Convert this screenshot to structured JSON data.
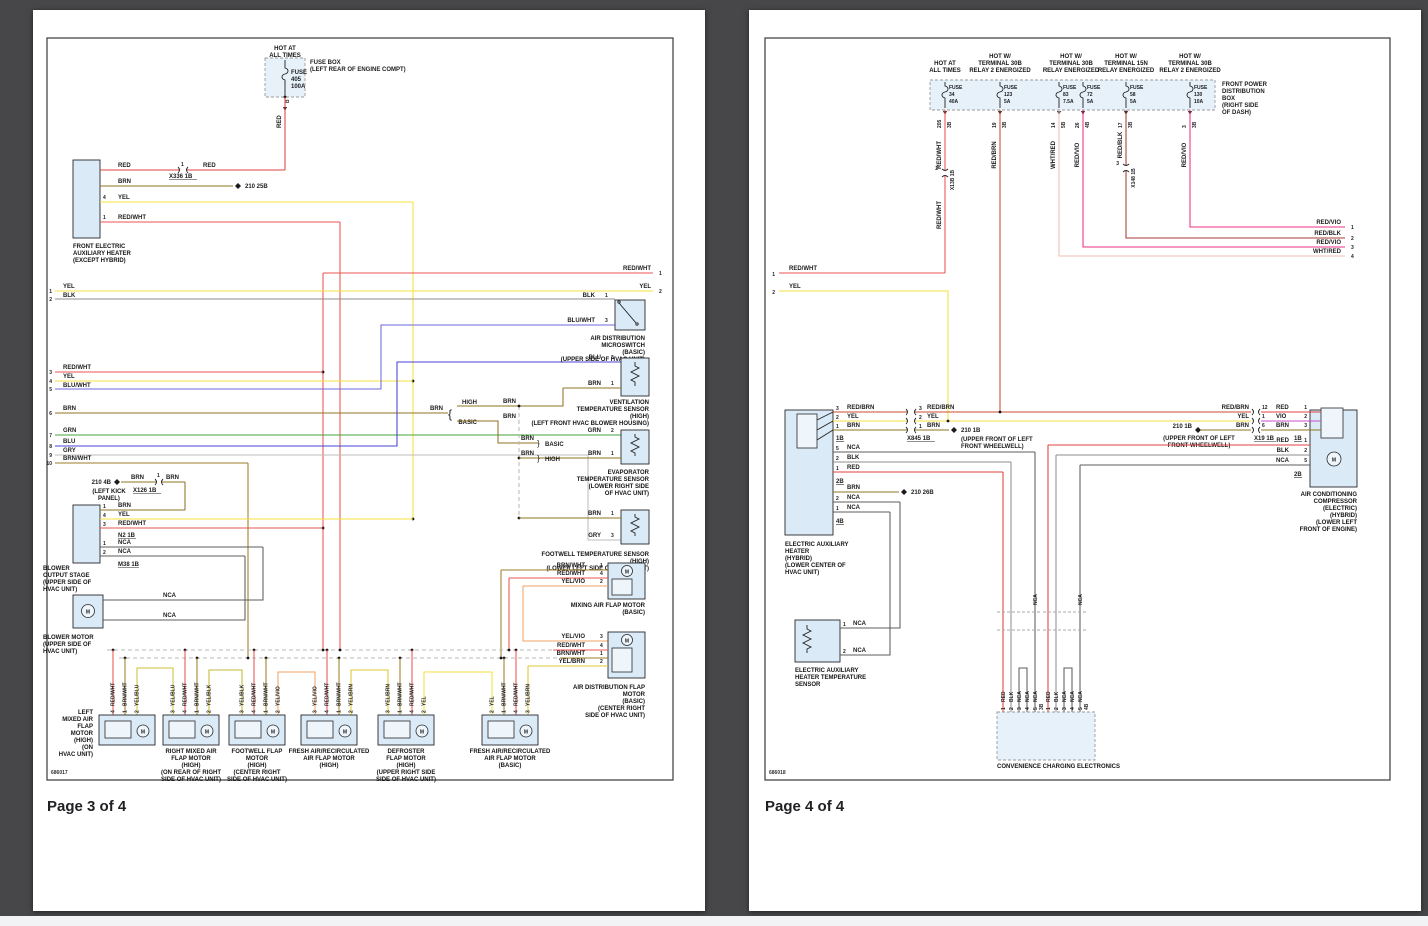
{
  "colors": {
    "red": "#e0423c",
    "red_wht": "#e85550",
    "yel": "#f4e23e",
    "brn": "#8f7420",
    "grn": "#43a53e",
    "blu": "#4643d4",
    "blu_wht": "#6e6ade",
    "gry": "#bdbdbd",
    "blk": "#8e8e8e",
    "brn_wht": "#9c7e2b",
    "yel_blu": "#cec23a",
    "yel_blk": "#c3b933",
    "yel_vio": "#f1a266",
    "yel_brn": "#dcc832",
    "red_brn": "#cb4c2f",
    "wht_red": "#efbcb7",
    "red_vio": "#ee3084",
    "red_blk": "#a83b38",
    "vio": "#c84fc8",
    "component_fill": "#daeaf7",
    "page_bg": "#ffffff",
    "viewer_bg": "#47474a"
  },
  "page3": {
    "footer": "Page 3 of 4",
    "code": "686017",
    "fusebox": {
      "hot": [
        "HOT AT",
        "ALL TIMES"
      ],
      "name": [
        "FUSE BOX",
        "(LEFT REAR OF ENGINE COMPT)"
      ],
      "fuse": [
        "FUSE",
        "405",
        "100A"
      ],
      "pin": "B",
      "wire": "RED"
    },
    "front_heater": {
      "caption": [
        "FRONT ELECTRIC",
        "AUXILIARY HEATER",
        "(EXCEPT HYBRID)"
      ],
      "red_l": "RED",
      "red_pin": "1",
      "red_r": "RED",
      "red_conn": "X336 1B",
      "brn": "BRN",
      "brn_ground": "210 25B",
      "yel_pin": "4",
      "yel": "YEL",
      "rw_pin": "1",
      "rw": "RED/WHT"
    },
    "left_pins": [
      {
        "n": "1",
        "c": "YEL"
      },
      {
        "n": "2",
        "c": "BLK"
      },
      {
        "n": "3",
        "c": "RED/WHT"
      },
      {
        "n": "4",
        "c": "YEL"
      },
      {
        "n": "5",
        "c": "BLU/WHT"
      },
      {
        "n": "6",
        "c": "BRN"
      },
      {
        "n": "7",
        "c": "GRN"
      },
      {
        "n": "8",
        "c": "BLU"
      },
      {
        "n": "9",
        "c": "GRY"
      },
      {
        "n": "10",
        "c": "BRN/WHT"
      }
    ],
    "right_pins": [
      {
        "c": "RED/WHT",
        "n": "1"
      },
      {
        "c": "YEL",
        "n": "2"
      }
    ],
    "microswitch": {
      "pins": [
        {
          "c": "BLK",
          "n": "1"
        },
        {
          "c": "BLU/WHT",
          "n": "3"
        }
      ],
      "caption": [
        "AIR DISTRIBUTION",
        "MICROSWITCH",
        "(BASIC)",
        "(UPPER SIDE OF HVAC UNIT)"
      ]
    },
    "vent": {
      "pins": [
        {
          "c": "BLU",
          "n": "3"
        },
        {
          "c": "BRN",
          "n": "1"
        }
      ],
      "caption": [
        "VENTILATION",
        "TEMPERATURE SENSOR",
        "(HIGH)",
        "(LEFT FRONT HVAC BLOWER HOUSING)"
      ]
    },
    "split": {
      "main": "BRN",
      "high": "HIGH",
      "high_c": "BRN",
      "basic": "BASIC",
      "basic_c": "BRN"
    },
    "evap": {
      "pins": [
        {
          "c": "GRN",
          "n": "2"
        },
        {
          "c": "BRN",
          "n": "1"
        }
      ],
      "basic_c": "BRN",
      "basic": "BASIC",
      "high_c": "BRN",
      "high": "HIGH",
      "caption": [
        "EVAPORATOR",
        "TEMPERATURE SENSOR",
        "(LOWER RIGHT SIDE",
        "OF HVAC UNIT)"
      ]
    },
    "foot": {
      "pins": [
        {
          "c": "BRN",
          "n": "1"
        },
        {
          "c": "GRY",
          "n": "3"
        }
      ],
      "caption": [
        "FOOTWELL TEMPERATURE SENSOR",
        "(HIGH)",
        "(LOWER LEFT SIDE OF HVAC UNIT)"
      ]
    },
    "kick": {
      "ground": "210 4B",
      "caption": [
        "(LEFT KICK",
        "PANEL)"
      ],
      "l": "BRN",
      "pin": "1",
      "r": "BRN",
      "conn": "X126 1B"
    },
    "stage": {
      "pins": [
        {
          "n": "1",
          "c": "BRN"
        },
        {
          "n": "4",
          "c": "YEL"
        },
        {
          "n": "3",
          "c": "RED/WHT"
        }
      ],
      "conn1": "N2 1B",
      "ncas": [
        {
          "n": "1",
          "c": "NCA"
        },
        {
          "n": "2",
          "c": "NCA"
        }
      ],
      "conn2": "M38 1B",
      "caption": [
        "BLOWER",
        "OUTPUT STAGE",
        "(UPPER SIDE OF",
        "HVAC UNIT)"
      ]
    },
    "bmotor": {
      "w1": "NCA",
      "w2": "NCA",
      "m": "M",
      "caption": [
        "BLOWER MOTOR",
        "(UPPER SIDE OF",
        "HVAC UNIT)"
      ]
    },
    "mixing": {
      "pins": [
        {
          "c": "BRN/WHT",
          "n": "1"
        },
        {
          "c": "RED/WHT",
          "n": "4"
        },
        {
          "c": "YEL/VIO",
          "n": "2"
        }
      ],
      "m": "M",
      "caption": [
        "MIXING AIR FLAP MOTOR",
        "(BASIC)"
      ]
    },
    "airdist": {
      "pins": [
        {
          "c": "YEL/VIO",
          "n": "3"
        },
        {
          "c": "RED/WHT",
          "n": "4"
        },
        {
          "c": "BRN/WHT",
          "n": "1"
        },
        {
          "c": "YEL/BRN",
          "n": "2"
        }
      ],
      "m": "M",
      "caption": [
        "AIR DISTRIBUTION FLAP",
        "MOTOR",
        "(BASIC)",
        "(CENTER RIGHT",
        "SIDE OF HVAC UNIT)"
      ]
    },
    "motors": [
      {
        "m": "M",
        "caption": [
          "LEFT",
          "MIXED AIR",
          "FLAP",
          "MOTOR",
          "(HIGH)",
          "(ON",
          "HVAC UNIT)"
        ],
        "wires": [
          {
            "n": "4",
            "c": "RED/WHT"
          },
          {
            "n": "1",
            "c": "BRN/WHT"
          },
          {
            "n": "2",
            "c": "YEL/BLU"
          }
        ]
      },
      {
        "m": "M",
        "caption": [
          "RIGHT MIXED AIR",
          "FLAP MOTOR",
          "(HIGH)",
          "(ON REAR OF RIGHT",
          "SIDE OF HVAC UNIT)"
        ],
        "wires": [
          {
            "n": "3",
            "c": "YEL/BLU"
          },
          {
            "n": "4",
            "c": "RED/WHT"
          },
          {
            "n": "1",
            "c": "BRN/WHT"
          },
          {
            "n": "2",
            "c": "YEL/BLK"
          }
        ]
      },
      {
        "m": "M",
        "caption": [
          "FOOTWELL FLAP",
          "MOTOR",
          "(HIGH)",
          "(CENTER RIGHT",
          "SIDE OF HVAC UNIT)"
        ],
        "wires": [
          {
            "n": "3",
            "c": "YEL/BLK"
          },
          {
            "n": "4",
            "c": "RED/WHT"
          },
          {
            "n": "1",
            "c": "BRN/WHT"
          },
          {
            "n": "2",
            "c": "YEL/VIO"
          }
        ]
      },
      {
        "m": "M",
        "caption": [
          "FRESH AIR/RECIRCULATED",
          "AIR FLAP MOTOR",
          "(HIGH)"
        ],
        "wires": [
          {
            "n": "3",
            "c": "YEL/VIO"
          },
          {
            "n": "4",
            "c": "RED/WHT"
          },
          {
            "n": "1",
            "c": "BRN/WHT"
          },
          {
            "n": "2",
            "c": "YEL/BRN"
          }
        ]
      },
      {
        "m": "M",
        "caption": [
          "DEFROSTER",
          "FLAP MOTOR",
          "(HIGH)",
          "(UPPER RIGHT SIDE",
          "SIDE OF HVAC UNIT)"
        ],
        "wires": [
          {
            "n": "3",
            "c": "YEL/BRN"
          },
          {
            "n": "1",
            "c": "BRN/WHT"
          },
          {
            "n": "4",
            "c": "RED/WHT"
          },
          {
            "n": "2",
            "c": "YEL"
          }
        ]
      },
      {
        "m": "M",
        "caption": [
          "FRESH AIR/RECIRCULATED",
          "AIR FLAP MOTOR",
          "(BASIC)"
        ],
        "wires": [
          {
            "n": "2",
            "c": "YEL"
          },
          {
            "n": "1",
            "c": "BRN/WHT"
          },
          {
            "n": "4",
            "c": "RED/WHT"
          },
          {
            "n": "3",
            "c": "YEL/BRN"
          }
        ]
      }
    ]
  },
  "page4": {
    "footer": "Page 4 of 4",
    "code": "686018",
    "headers": [
      [
        "HOT AT",
        "ALL TIMES"
      ],
      [
        "HOT W/",
        "TERMINAL 30B",
        "RELAY 2 ENERGIZED"
      ],
      [
        "HOT W/",
        "TERMINAL 30B",
        "RELAY ENERGIZED"
      ],
      [
        "HOT W/",
        "TERMINAL 15N",
        "RELAY ENERGIZED"
      ],
      [
        "HOT W/",
        "TERMINAL 30B",
        "RELAY 2 ENERGIZED"
      ]
    ],
    "pdb": [
      "FRONT POWER",
      "DISTRIBUTION",
      "BOX",
      "(RIGHT SIDE",
      "OF DASH)"
    ],
    "fuses": [
      {
        "name": "FUSE",
        "num": "34",
        "amp": "40A",
        "pin": "205",
        "tag": "3B",
        "wire": "RED/WHT"
      },
      {
        "name": "FUSE",
        "num": "123",
        "amp": "5A",
        "pin": "19",
        "tag": "3B",
        "wire": "RED/BRN"
      },
      {
        "name": "FUSE",
        "num": "83",
        "amp": "7.5A",
        "pin": "14",
        "tag": "5B",
        "wire": "WHT/RED"
      },
      {
        "name": "FUSE",
        "num": "72",
        "amp": "5A",
        "pin": "26",
        "tag": "4B",
        "wire": "RED/VIO"
      },
      {
        "name": "FUSE",
        "num": "58",
        "amp": "5A",
        "pin": "17",
        "tag": "3B",
        "wire": "RED/BLK"
      },
      {
        "name": "FUSE",
        "num": "130",
        "amp": "10A",
        "pin": "3",
        "tag": "3B",
        "wire": "RED/VIO"
      }
    ],
    "conn_a": {
      "pin": "2",
      "name": "X13B 1B"
    },
    "conn_b": {
      "pin": "3",
      "name": "X148 1B"
    },
    "left_pins": [
      {
        "n": "1",
        "c": "RED/WHT"
      },
      {
        "n": "2",
        "c": "YEL"
      }
    ],
    "right_pins": [
      {
        "c": "RED/VIO",
        "n": "1"
      },
      {
        "c": "RED/BLK",
        "n": "2"
      },
      {
        "c": "RED/VIO",
        "n": "3"
      },
      {
        "c": "WHT/RED",
        "n": "4"
      }
    ],
    "heater": {
      "pins_a": [
        {
          "n": "3",
          "c": "RED/BRN"
        },
        {
          "n": "2",
          "c": "YEL"
        },
        {
          "n": "1",
          "c": "BRN"
        }
      ],
      "conn_name": "X845 1B",
      "tag_a": "1B",
      "ground_a": "210 1B",
      "ground_a_cap": [
        "(UPPER FRONT OF LEFT",
        "FRONT WHEELWELL)"
      ],
      "pins_b": [
        {
          "n": "5",
          "c": "NCA"
        },
        {
          "n": "2",
          "c": "BLK"
        },
        {
          "n": "1",
          "c": "RED"
        }
      ],
      "tag_b": "2B",
      "brn": "BRN",
      "ground_b": "210 26B",
      "pins_c": [
        {
          "n": "2",
          "c": "NCA"
        },
        {
          "n": "1",
          "c": "NCA"
        }
      ],
      "tag_c": "4B",
      "caption": [
        "ELECTRIC AUXILIARY",
        "HEATER",
        "(HYBRID)",
        "(LOWER CENTER OF",
        "HVAC UNIT)"
      ]
    },
    "sensor": {
      "pins": [
        {
          "n": "1",
          "c": "NCA"
        },
        {
          "n": "2",
          "c": "NCA"
        }
      ],
      "caption": [
        "ELECTRIC AUXILIARY",
        "HEATER TEMPERATURE",
        "SENSOR"
      ]
    },
    "compressor": {
      "m": "M",
      "conn": [
        {
          "l": "RED/BRN",
          "pin": "12",
          "r": "RED",
          "n": "1"
        },
        {
          "l": "YEL",
          "pin": "1",
          "r": "VIO",
          "n": "2"
        },
        {
          "l": "BRN",
          "pin": "6",
          "r": "BRN",
          "n": "3"
        }
      ],
      "conn_name": "X19 1B",
      "tag_a": "1B",
      "ground": "210 1B",
      "ground_cap": [
        "(UPPER FRONT OF LEFT",
        "FRONT WHEELWELL)"
      ],
      "pins_b": [
        {
          "l": "RED",
          "n": "1"
        },
        {
          "l": "BLK",
          "n": "2"
        },
        {
          "l": "NCA",
          "n": "5"
        }
      ],
      "tag_b": "2B",
      "caption": [
        "AIR CONDITIONING",
        "COMPRESSOR",
        "(ELECTRIC)",
        "(HYBRID)",
        "(LOWER LEFT",
        "FRONT OF ENGINE)"
      ]
    },
    "charging": {
      "caption": "CONVENIENCE CHARGING ELECTRONICS",
      "groups": [
        {
          "tag": "3B",
          "nca": "NCA",
          "wires": [
            {
              "n": "1",
              "c": "RED"
            },
            {
              "n": "2",
              "c": "BLK"
            },
            {
              "n": "3",
              "c": "NCA"
            },
            {
              "n": "4",
              "c": "NCA"
            },
            {
              "n": "5",
              "c": "NCA"
            }
          ]
        },
        {
          "tag": "4B",
          "nca": "NCA",
          "wires": [
            {
              "n": "1",
              "c": "RED"
            },
            {
              "n": "2",
              "c": "BLK"
            },
            {
              "n": "3",
              "c": "NCA"
            },
            {
              "n": "4",
              "c": "NCA"
            },
            {
              "n": "5",
              "c": "NCA"
            }
          ]
        }
      ]
    }
  }
}
